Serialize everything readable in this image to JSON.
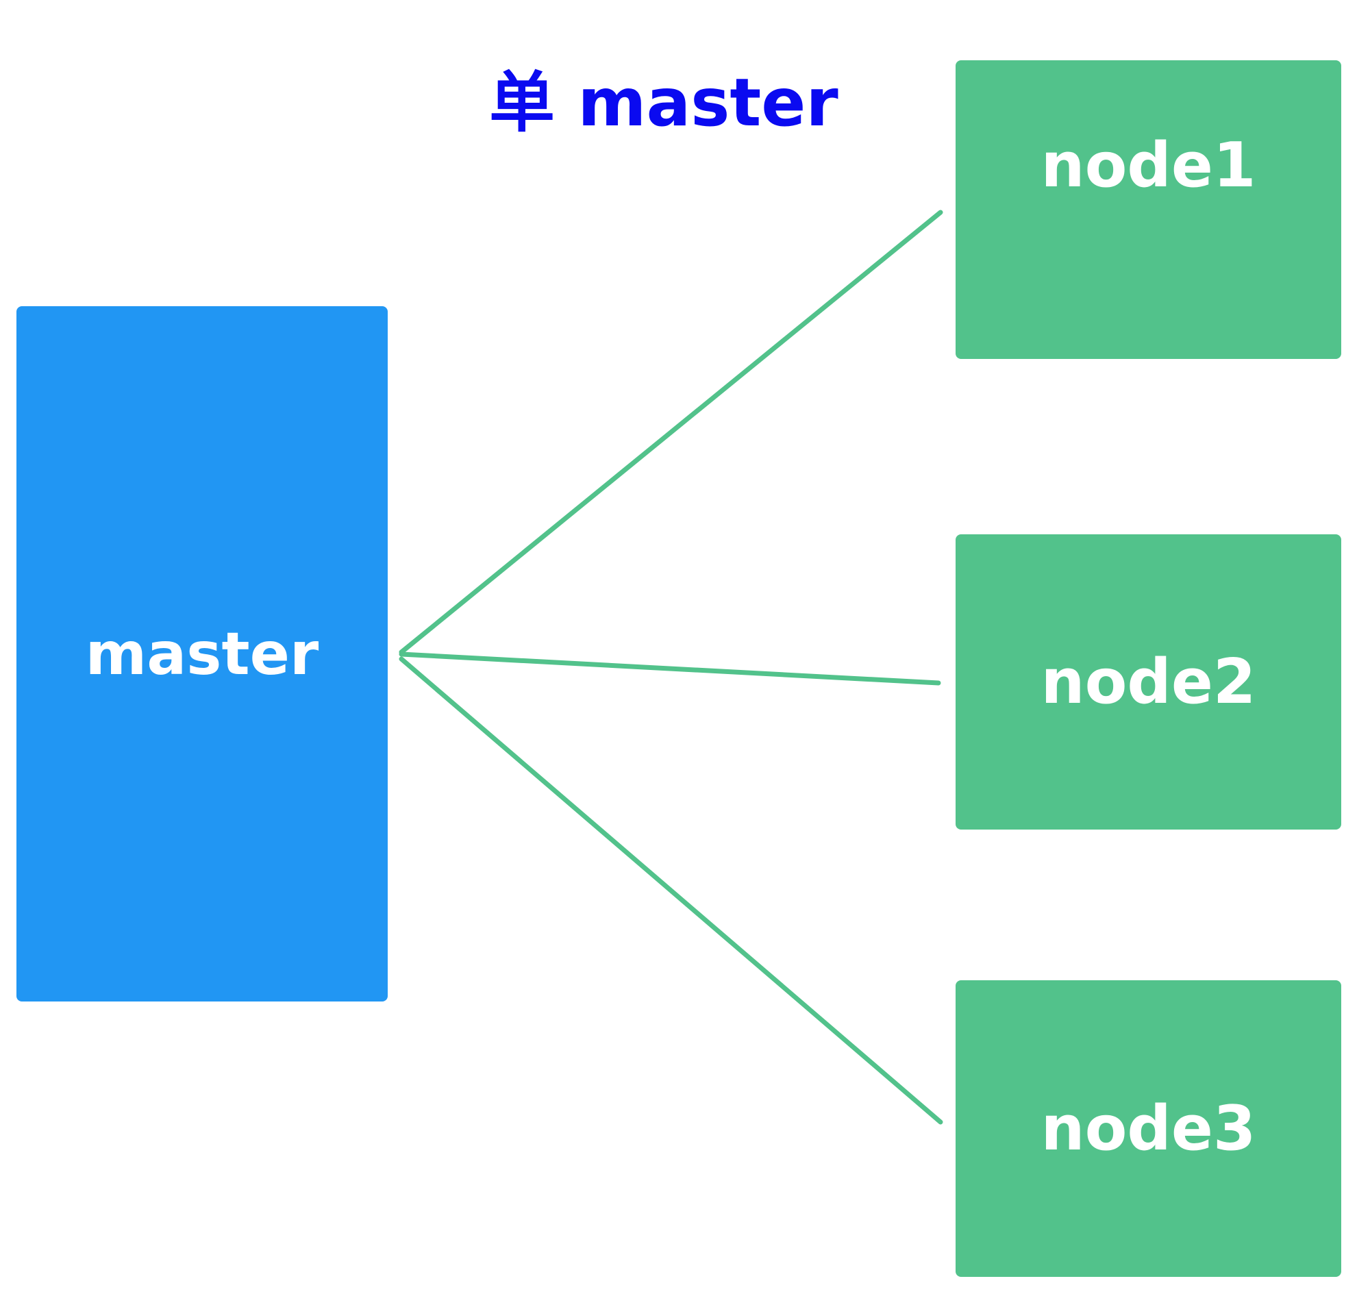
{
  "title": {
    "text": "单 master",
    "color": "#0a0af0"
  },
  "master": {
    "label": "master",
    "color": "#2196f3"
  },
  "nodes": [
    {
      "label": "node1"
    },
    {
      "label": "node2"
    },
    {
      "label": "node3"
    }
  ],
  "colors": {
    "node": "#52c28b",
    "link": "#52c28b",
    "node_text": "#ffffff"
  }
}
